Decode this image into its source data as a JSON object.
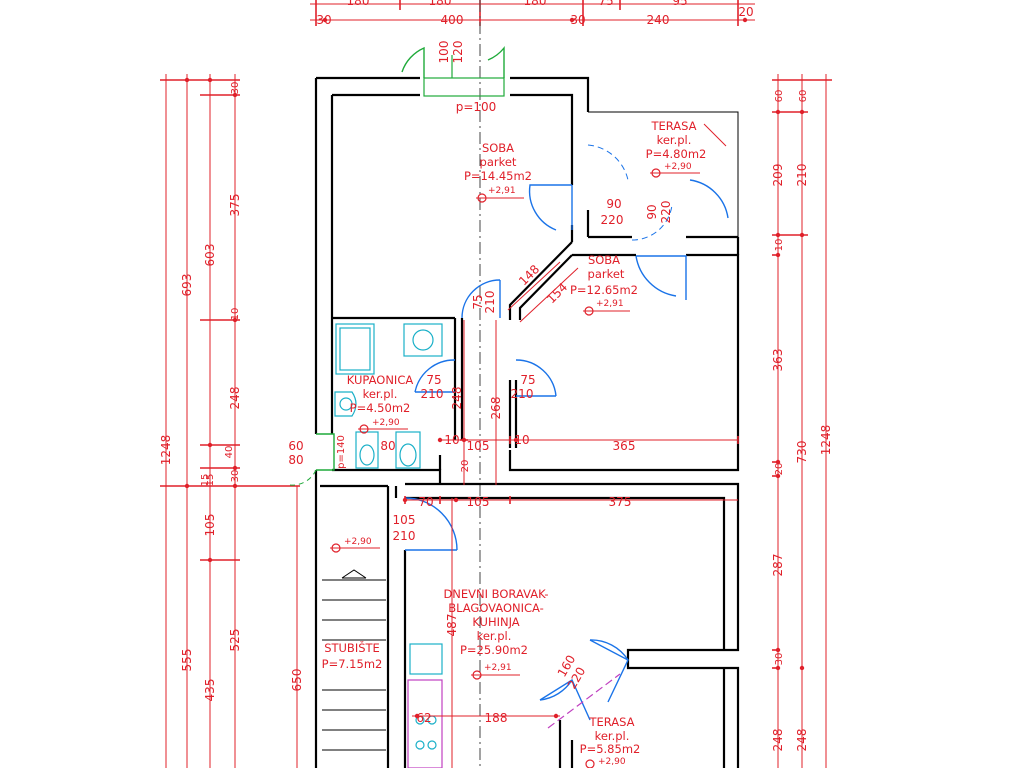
{
  "top_dims": {
    "row1": [
      "180",
      "180",
      "180",
      "75",
      "95"
    ],
    "row2": [
      "30",
      "400",
      "30",
      "240",
      "20"
    ]
  },
  "left_dims": {
    "outer": "1248",
    "col2": [
      "693",
      "555"
    ],
    "col3": [
      "603",
      "105",
      "435"
    ],
    "col4": [
      "30",
      "375",
      "10",
      "248",
      "30",
      "15",
      "525"
    ],
    "bottom": "650"
  },
  "right_dims": {
    "outer": "1248",
    "col1": [
      "60",
      "209",
      "10",
      "363",
      "20",
      "287",
      "30",
      "248"
    ],
    "col2": [
      "60",
      "210",
      "730",
      "248"
    ]
  },
  "rooms": {
    "soba1": {
      "name": "SOBA",
      "floor": "parket",
      "area": "P=14.45m2",
      "level": "+2,91"
    },
    "terasa1": {
      "name": "TERASA",
      "floor": "ker.pl.",
      "area": "P=4.80m2",
      "level": "+2,90"
    },
    "soba2": {
      "name": "SOBA",
      "floor": "parket",
      "area": "P=12.65m2",
      "level": "+2,91"
    },
    "kupaonica": {
      "name": "KUPAONICA",
      "floor": "ker.pl.",
      "area": "P=4.50m2",
      "level": "+2,90"
    },
    "dnevni": {
      "name1": "DNEVNI BORAVAK-",
      "name2": "BLAGOVAONICA-",
      "name3": "KUHINJA",
      "floor": "ker.pl.",
      "area": "P=25.90m2",
      "level": "+2,91"
    },
    "stubiste": {
      "name": "STUBIŠTE",
      "area": "P=7.15m2"
    },
    "terasa2": {
      "name": "TERASA",
      "floor": "ker.pl.",
      "area": "P=5.85m2",
      "level": "+2,90"
    },
    "landing": {
      "level": "+2,90"
    }
  },
  "door_labels": {
    "entry_p": "p=100",
    "entry_w1": "100",
    "entry_w2": "120",
    "soba1_w": "90",
    "soba1_h": "220",
    "terasa1_w": "90",
    "terasa1_h": "220",
    "diag_w": "148",
    "diag_h": "154",
    "hall_w": "75",
    "hall_h": "210",
    "kup_w": "75",
    "kup_h": "210",
    "soba2_w": "75",
    "soba2_h": "210",
    "stair_w": "105",
    "stair_h": "210",
    "ter2_w": "160",
    "ter2_h": "220",
    "win_w": "60",
    "win_h": "80",
    "win_p": "p=140",
    "win_b": "80"
  },
  "inner_dims": {
    "d_248": "248",
    "d_268": "268",
    "d_10a": "10",
    "d_105a": "105",
    "d_10b": "10",
    "d_365": "365",
    "d_20": "20",
    "d_70": "70",
    "d_105b": "105",
    "d_375": "375",
    "d_487": "487",
    "d_62": "62",
    "d_188": "188",
    "d_15": "15",
    "d_40": "40"
  }
}
